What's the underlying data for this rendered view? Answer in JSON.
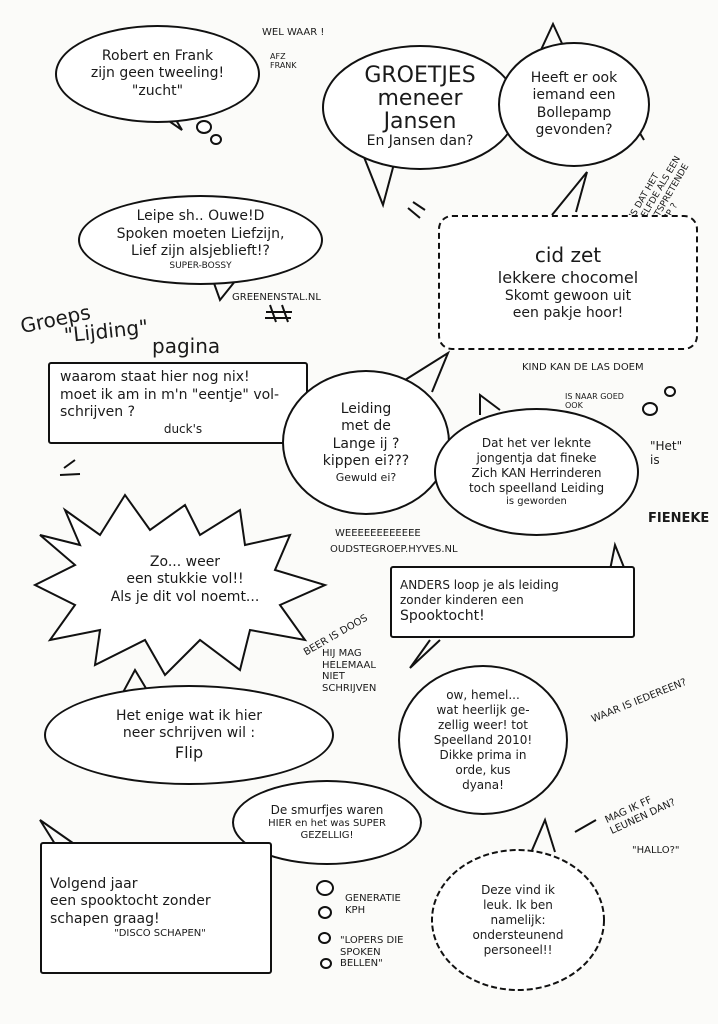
{
  "bubbles": {
    "robert": {
      "l1": "Robert en Frank",
      "l2": "zijn geen tweeling!",
      "l3": "\"zucht\""
    },
    "groetjes": {
      "l1": "GROETJES",
      "l2": "meneer",
      "l3": "Jansen",
      "l4": "En Jansen dan?"
    },
    "bollepamp": {
      "l1": "Heeft er ook",
      "l2": "iemand een",
      "l3": "Bollepamp",
      "l4": "gevonden?"
    },
    "spoken": {
      "l1": "Leipe sh.. Ouwe!D",
      "l2": "Spoken moeten Liefzijn,",
      "l3": "Lief zijn alsjeblieft!?",
      "sign": "SUPER-BOSSY"
    },
    "cid": {
      "l1": "cid zet",
      "l2": "lekkere chocomel",
      "l3": "Skomt gewoon uit",
      "l4": "een pakje hoor!"
    },
    "waarom": {
      "l1": "waarom staat hier nog nix!",
      "l2": "moet ik am in m'n \"eentje\" vol-",
      "l3": "schrijven ?",
      "sign": "duck's"
    },
    "leiding": {
      "l1": "Leiding",
      "l2": "met de",
      "l3": "Lange ij ?",
      "l4": "kippen ei???",
      "l5": "Gewuld ei?"
    },
    "fieneke": {
      "l1": "Dat het ver leknte",
      "l2": "jongentja dat fineke",
      "l3": "Zich KAN Herrinderen",
      "l4": "toch speelland Leiding",
      "l5": "is geworden"
    },
    "zo": {
      "l1": "Zo... weer",
      "l2": "een stukkie vol!!",
      "l3": "Als je dit vol noemt..."
    },
    "anders": {
      "l1": "ANDERS loop je als leiding",
      "l2": "zonder kinderen een",
      "l3": "Spooktocht!"
    },
    "flip": {
      "l1": "Het enige wat ik hier",
      "l2": "neer schrijven wil :",
      "l3": "Flip"
    },
    "hemel": {
      "l1": "ow, hemel...",
      "l2": "wat heerlijk ge-",
      "l3": "zellig weer! tot",
      "l4": "Speelland 2010!",
      "l5": "Dikke prima in",
      "l6": "orde, kus",
      "l7": "dyana!"
    },
    "smurf": {
      "l1": "De smurfjes waren",
      "l2": "HIER en het was SUPER",
      "l3": "GEZELLIG!"
    },
    "volgend": {
      "l1": "Volgend jaar",
      "l2": "een spooktocht zonder",
      "l3": "schapen graag!",
      "sign": "\"DISCO SCHAPEN\""
    },
    "deze": {
      "l1": "Deze vind ik",
      "l2": "leuk. Ik ben",
      "l3": "namelijk:",
      "l4": "ondersteunend",
      "l5": "personeel!!"
    }
  },
  "notes": {
    "welwaar": "WEL WAAR !",
    "afzfrank": "AFZ\nFRANK",
    "zelfde": "IS DAT HET\nZELFDE ALS EEN\nONTSPRETENDE\nPOMP ?",
    "greenstal": "GREENENSTAL.NL",
    "groeps": "Groeps",
    "lijding": "\"Lijding\"",
    "pagina": "pagina",
    "kind": "KIND KAN DE LAS DOEM",
    "isnaargoed": "IS NAAR GOED\nOOK",
    "het": "\"Het\"\nis",
    "fienekesig": "FIENEKE",
    "weeee": "WEEEEEEEEEEEE",
    "oudste": "OUDSTEGROEP.HYVES.NL",
    "beer": "BEER IS DOOS",
    "hij": "HIJ MAG\nHELEMAAL\nNIET\nSCHRIJVEN",
    "waaris": "WAAR IS IEDEREEN?",
    "mag": "MAG IK FF\nLEUNEN DAN?",
    "hallo": "\"HALLO?\"",
    "generatie": "GENERATIE\nKPH",
    "lopers": "\"LOPERS DIE\nSPOKEN\nBELLEN\""
  },
  "colors": {
    "ink": "#111111",
    "paper": "#fbfbf9"
  }
}
